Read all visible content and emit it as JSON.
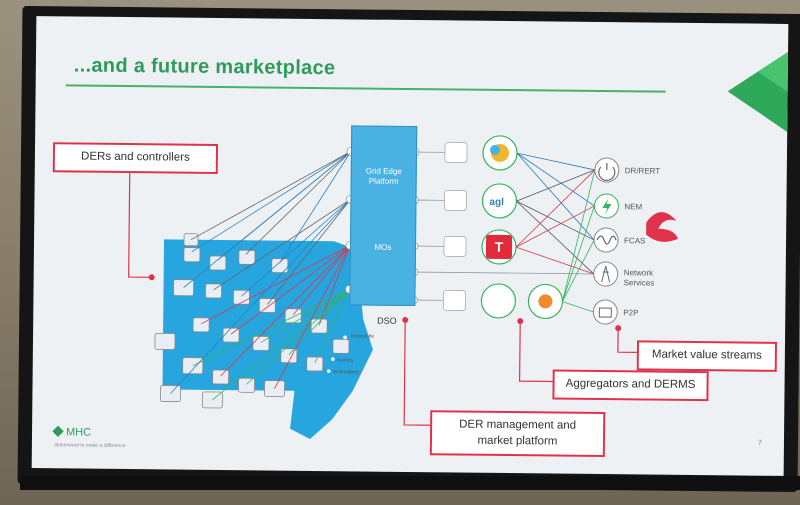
{
  "slide": {
    "title": "...and a future marketplace",
    "page_number": "7",
    "brand": "MHC",
    "tagline": "determined to make a difference"
  },
  "callouts": {
    "ders": "DERs and controllers",
    "der_platform_line1": "DER management and",
    "der_platform_line2": "market platform",
    "aggregators": "Aggregators and DERMS",
    "market_streams": "Market value streams"
  },
  "platform": {
    "label_line1": "Grid Edge",
    "label_line2": "Platform",
    "mdo": "MOs",
    "dso": "DSO"
  },
  "map_labels": {
    "sydney": "Sydney",
    "newcastle": "Newcastle",
    "wollongong": "Wollongong"
  },
  "services": [
    {
      "label": "DR/RERT",
      "icon": "power-icon"
    },
    {
      "label": "NEM",
      "icon": "lightning-icon"
    },
    {
      "label": "FCAS",
      "icon": "wave-icon"
    },
    {
      "label": "Network Services",
      "icon": "tower-icon"
    },
    {
      "label": "P2P",
      "icon": "house-icon"
    }
  ],
  "participants": [
    {
      "label": "agl",
      "icon": "agl-logo"
    },
    {
      "label": "",
      "icon": "tesla-logo"
    }
  ],
  "colors": {
    "accent_green": "#2e9b5a",
    "callout_red": "#e0334b",
    "platform_blue": "#4ab2e3",
    "map_blue": "#1aa0dc"
  }
}
